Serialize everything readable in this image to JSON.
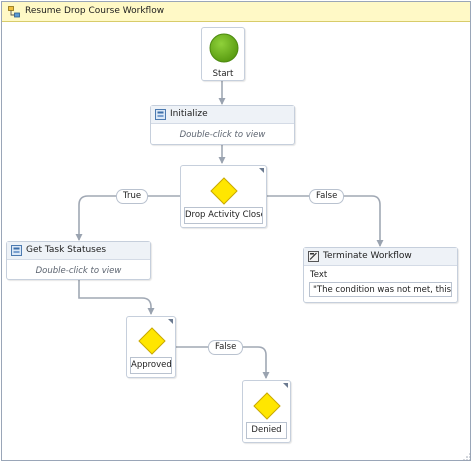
{
  "workflow": {
    "title": "Resume Drop Course Workflow"
  },
  "start": {
    "label": "Start"
  },
  "initialize": {
    "title": "Initialize",
    "body": "Double-click to view"
  },
  "decision_drop": {
    "label": "Drop Activity Closed",
    "true_label": "True",
    "false_label": "False"
  },
  "get_task": {
    "title": "Get Task Statuses",
    "body": "Double-click to view"
  },
  "terminate": {
    "title": "Terminate Workflow",
    "text_label": "Text",
    "text_value": "\"The condition was not met, this is n"
  },
  "decision_approved": {
    "label": "Approved",
    "false_label": "False"
  },
  "decision_denied": {
    "label": "Denied"
  },
  "colors": {
    "start_green": "#6aae19",
    "diamond_yellow": "#ffe600",
    "connector": "#a0a8b4",
    "title_bar": "#fff9c6"
  }
}
